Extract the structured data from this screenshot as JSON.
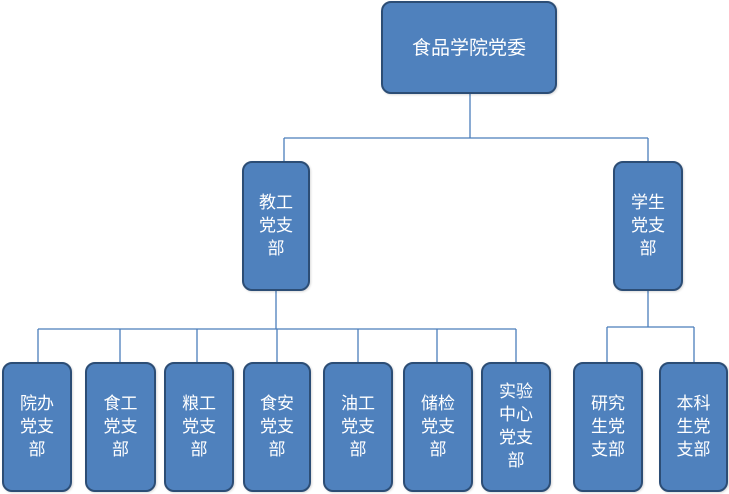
{
  "org_chart": {
    "root": {
      "label": "食品学院党委"
    },
    "branches": [
      {
        "label": "教工\n党支\n部",
        "children": [
          {
            "label": "院办\n党支\n部"
          },
          {
            "label": "食工\n党支\n部"
          },
          {
            "label": "粮工\n党支\n部"
          },
          {
            "label": "食安\n党支\n部"
          },
          {
            "label": "油工\n党支\n部"
          },
          {
            "label": "储检\n党支\n部"
          },
          {
            "label": "实验\n中心\n党支\n部"
          }
        ]
      },
      {
        "label": "学生\n党支\n部",
        "children": [
          {
            "label": "研究\n生党\n支部"
          },
          {
            "label": "本科\n生党\n支部"
          }
        ]
      }
    ],
    "colors": {
      "node_fill": "#4f81bd",
      "node_border": "#2c4d75",
      "connector": "#4a7ebb",
      "text": "#ffffff"
    }
  }
}
